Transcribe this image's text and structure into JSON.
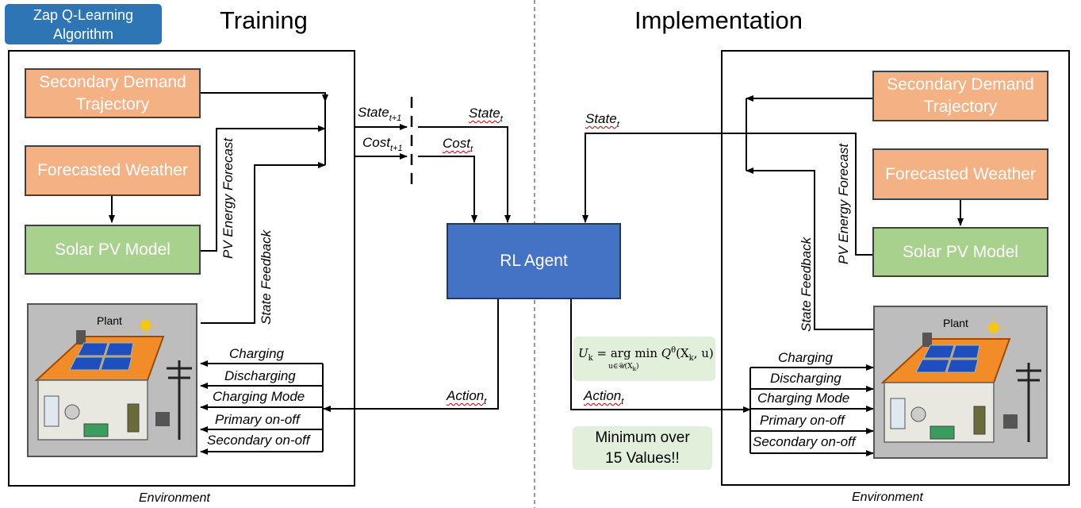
{
  "badge": {
    "line1": "Zap Q-Learning",
    "line2": "Algorithm"
  },
  "headings": {
    "training": "Training",
    "implementation": "Implementation"
  },
  "boxes": {
    "demand_line1": "Secondary Demand",
    "demand_line2": "Trajectory",
    "weather": "Forecasted Weather",
    "solar": "Solar PV Model",
    "agent": "RL Agent",
    "plant": "Plant"
  },
  "signals": {
    "state_t1": "State",
    "state_t1_sub": "t+1",
    "cost_t1": "Cost",
    "cost_t1_sub": "t+1",
    "state_t": "State",
    "state_t_sub": "t",
    "cost_t": "Cost",
    "cost_t_sub": "t",
    "action_t": "Action",
    "action_t_sub": "t",
    "pv_forecast": "PV Energy Forecast",
    "state_feedback": "State Feedback"
  },
  "actions": [
    "Charging",
    "Discharging",
    "Charging Mode",
    "Primary on-off",
    "Secondary on-off"
  ],
  "formula": {
    "lhs": "U",
    "lhs_sub": "k",
    "op": "= arg min",
    "q": "Q",
    "q_sup": "θ",
    "args": "(X",
    "args_sub": "k",
    "args_end": ", u)",
    "under": "u∈𝒰(X",
    "under_sub": "k",
    "under_end": ")"
  },
  "min_note": {
    "line1": "Minimum over",
    "line2": "15 Values!!"
  },
  "environment": "Environment",
  "colors": {
    "orange": "#f4b183",
    "green": "#a9d18e",
    "agent": "#4472c4",
    "badge": "#2e75b6"
  }
}
